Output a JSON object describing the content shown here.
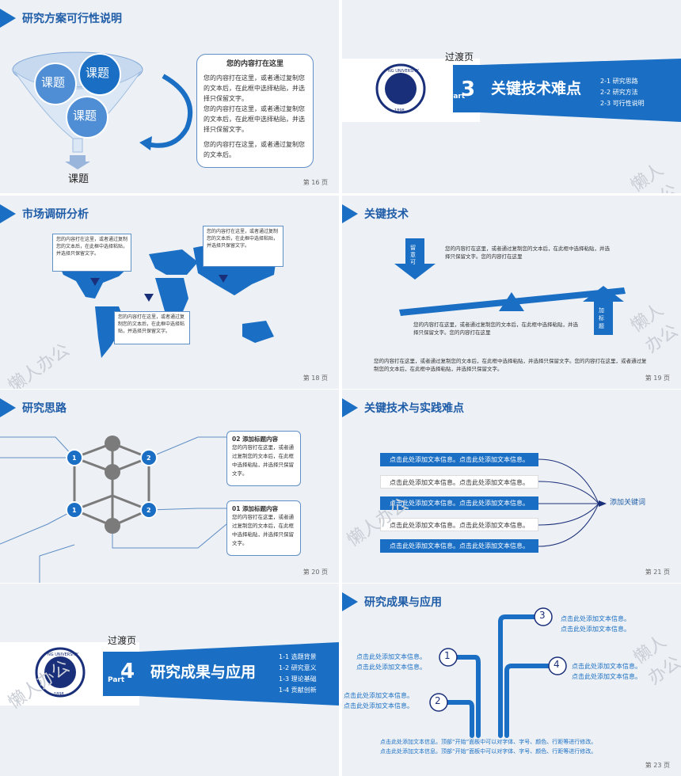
{
  "watermark": "懒人办公",
  "s1": {
    "title": "研究方案可行性说明",
    "bubble1": "课题",
    "bubble2": "课题",
    "bubble3": "课题",
    "bottom": "课题",
    "card_head": "您的内容打在这里",
    "card_p1": "您的内容打在这里，或者通过复制您的文本后，在此框中选择粘贴，并选择只保留文字。",
    "card_p2": "您的内容打在这里，或者通过复制您的文本后，在此框中选择粘贴，并选择只保留文字。",
    "card_p3": "您的内容打在这里，或者通过复制您的文本后。",
    "page": "第  16  页"
  },
  "s2": {
    "transition": "过渡页",
    "part": "Part",
    "num": "3",
    "title": "关键技术难点",
    "items": [
      "2-1 研究思路",
      "2-2 研究方法",
      "2-3 可行性说明"
    ],
    "logo_text": "NG UNIVERSITY",
    "logo_year": "1898"
  },
  "s3": {
    "title": "市场调研分析",
    "c1": "您的内容打在这里，或者通过复制您的文本后，在此框中选择粘贴，并选择只保留文字。",
    "c2": "您的内容打在这里，或者通过复制您的文本后，在此框中选择粘贴，并选择只保留文字。",
    "c3": "您的内容打在这里，或者通过复制您的文本后，在此框中选择粘贴，并选择只保留文字。",
    "page": "第  18  页"
  },
  "s4": {
    "title": "关键技术",
    "down": "留\n意\n可",
    "up": "加\n标\n题",
    "t1": "您的内容打在这里，或者通过复制您的文本后，在此框中选择粘贴，并选择只保留文字。您的内容打在这里",
    "t2": "您的内容打在这里，或者通过复制您的文本后，在此框中选择粘贴，并选择只保留文字。您的内容打在这里",
    "t3": "您的内容打在这里，或者通过复制您的文本后，在此框中选择粘贴，并选择只保留文字。您的内容打在这里，或者通过复制您的文本后，在此框中选择粘贴，并选择只保留文字。",
    "page": "第  19  页"
  },
  "s5": {
    "title": "研究思路",
    "c2_head": "02 添加标题内容",
    "c2_body": "您的内容打在这里，或者通过复制您的文本后，在此框中选择粘贴，并选择只保留文字。",
    "c1_head": "01 添加标题内容",
    "c1_body": "您的内容打在这里，或者通过复制您的文本后，在此框中选择粘贴，并选择只保留文字。",
    "n1": "1",
    "n2": "2",
    "page": "第  20  页"
  },
  "s6": {
    "title": "关键技术与实践难点",
    "bar": "点击此处添加文本信息。点击此处添加文本信息。",
    "keyword": "添加关键词",
    "page": "第  21  页"
  },
  "s7": {
    "transition": "过渡页",
    "part": "Part",
    "num": "4",
    "title": "研究成果与应用",
    "items": [
      "1-1 选题背景",
      "1-2 研究意义",
      "1-3 理论基础",
      "1-4 贡献创新"
    ],
    "logo_text": "NG UNIVERSITY",
    "logo_year": "1898"
  },
  "s8": {
    "title": "研究成果与应用",
    "l3a": "点击此处添加文本信息。",
    "l3b": "点击此处添加文本信息。",
    "l1a": "点击此处添加文本信息。",
    "l1b": "点击此处添加文本信息。",
    "l4a": "点击此处添加文本信息。",
    "l4b": "点击此处添加文本信息。",
    "l2a": "点击此处添加文本信息。",
    "l2b": "点击此处添加文本信息。",
    "foot1": "点击此处添加文本信息。顶部“开始”面板中可以对字体、字号、颜色、行距等进行修改。",
    "foot2": "点击此处添加文本信息。顶部“开始”面板中可以对字体、字号、颜色、行距等进行修改。",
    "n1": "1",
    "n2": "2",
    "n3": "3",
    "n4": "4",
    "page": "第  23  页"
  },
  "colors": {
    "accent": "#1a6fc4",
    "title": "#1f5da8",
    "navy": "#1a2f7a",
    "bg": "#edf0f4"
  }
}
